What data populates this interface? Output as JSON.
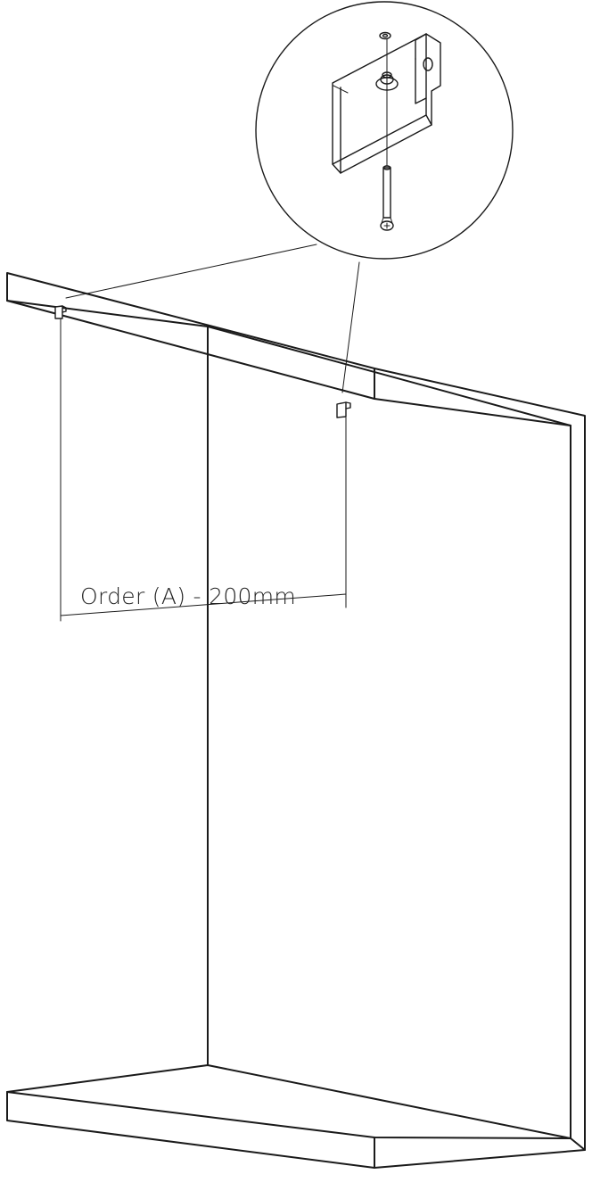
{
  "dimension": {
    "label": "Order (A) - 200mm"
  },
  "colors": {
    "line": "#1a1a1a",
    "background": "#ffffff"
  },
  "parts": {
    "detail": "bracket-with-screw",
    "assembly": "cabinet-frame"
  }
}
